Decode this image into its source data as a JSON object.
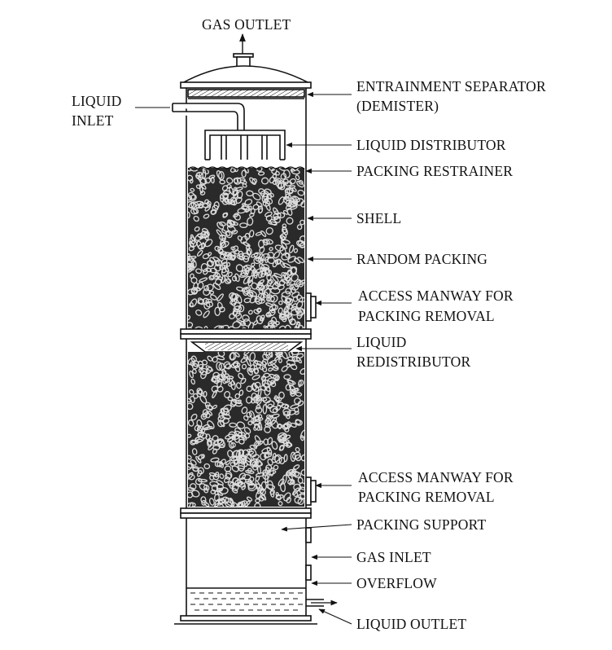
{
  "labels": {
    "gas_outlet": "GAS OUTLET",
    "liquid_inlet_1": "LIQUID",
    "liquid_inlet_2": "INLET",
    "entrainment_1": "ENTRAINMENT SEPARATOR",
    "entrainment_2": "(DEMISTER)",
    "liquid_distributor": "LIQUID DISTRIBUTOR",
    "packing_restrainer": "PACKING RESTRAINER",
    "shell": "SHELL",
    "random_packing": "RANDOM PACKING",
    "manway_upper_1": "ACCESS MANWAY FOR",
    "manway_upper_2": "PACKING REMOVAL",
    "redistributor_1": "LIQUID",
    "redistributor_2": "REDISTRIBUTOR",
    "manway_lower_1": "ACCESS MANWAY FOR",
    "manway_lower_2": "PACKING REMOVAL",
    "packing_support": "PACKING SUPPORT",
    "gas_inlet": "GAS INLET",
    "overflow": "OVERFLOW",
    "liquid_outlet": "LIQUID OUTLET"
  },
  "colors": {
    "ink": "#111111",
    "packing": "#2a2a2a",
    "background": "#ffffff"
  }
}
